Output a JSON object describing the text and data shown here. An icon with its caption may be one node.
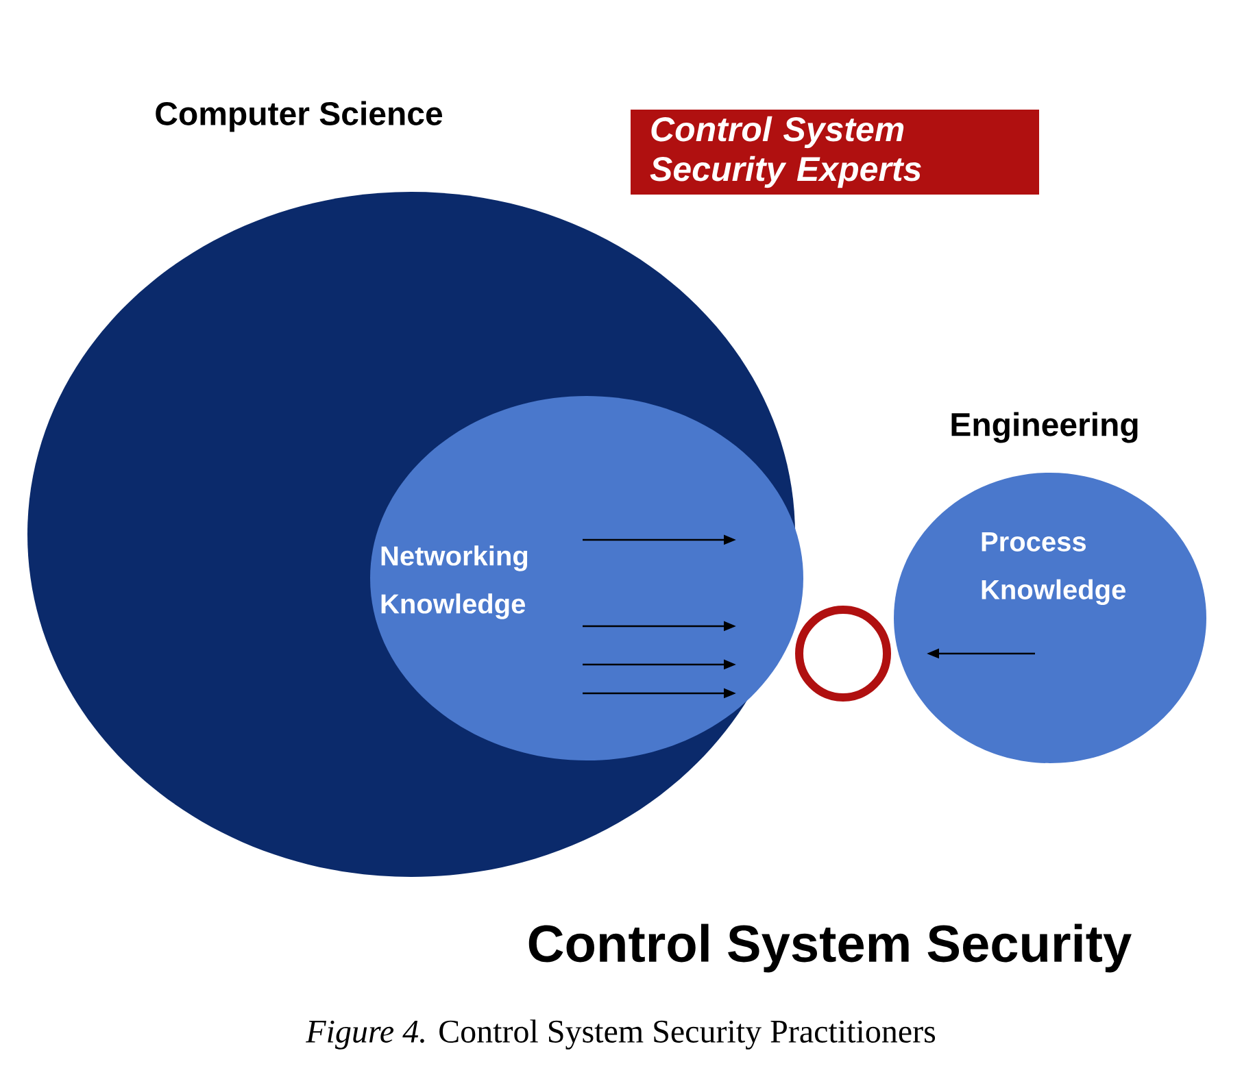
{
  "diagram": {
    "caption": "*Figure 4.* Control System Security Practitioners",
    "nodes": [
      {
        "text": [
          "Computer Science"
        ]
      },
      {
        "text": [
          "Networking Knowledge"
        ],
        "in": 0
      },
      {
        "text": [
          "Engineering",
          "Process Knowledge"
        ]
      },
      {
        "text": [
          "Control System Security Experts"
        ]
      },
      {
        "text": [],
        "shape": "circle"
      }
    ],
    "labels": [
      "Control System Security"
    ]
  }
}
